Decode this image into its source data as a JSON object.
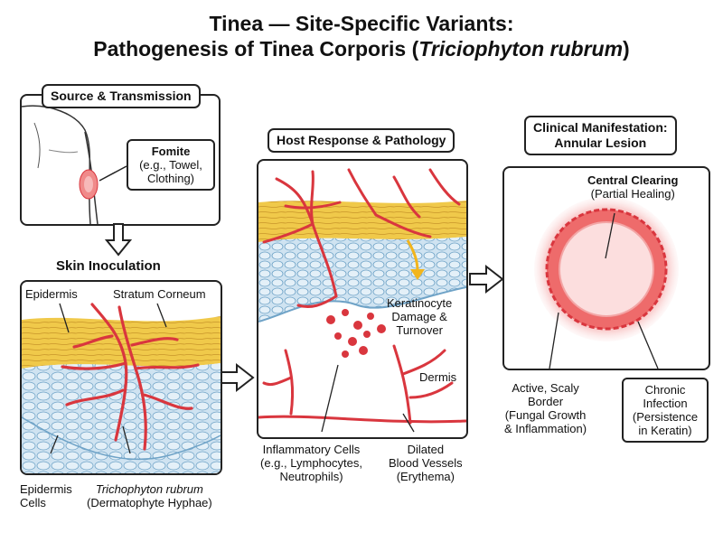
{
  "title": {
    "line1": "Tinea — Site-Specific Variants:",
    "line2_prefix": "Pathogenesis of Tinea Corporis (",
    "line2_italic": "Triciophyton rubrum",
    "line2_suffix": ")"
  },
  "source": {
    "header": "Source & Transmission",
    "fomite_title": "Fomite",
    "fomite_line1": "(e.g., Towel,",
    "fomite_line2": "Clothing)"
  },
  "inoculation": {
    "header": "Skin Inoculation",
    "epidermis": "Epidermis",
    "stratum": "Stratum Corneum",
    "cells_line1": "Epidermis",
    "cells_line2": "Cells",
    "hyphae_italic": "Trichophyton rubrum",
    "hyphae_line2": "(Dermatophyte Hyphae)"
  },
  "host": {
    "header": "Host Response & Pathology",
    "kera_line1": "Keratinocyte",
    "kera_line2": "Damage &",
    "kera_line3": "Turnover",
    "dermis": "Dermis",
    "infl_line1": "Inflammatory Cells",
    "infl_line2": "(e.g., Lymphocytes,",
    "infl_line3": "Neutrophils)",
    "vessel_line1": "Dilated",
    "vessel_line2": "Blood Vessels",
    "vessel_line3": "(Erythema)"
  },
  "clinical": {
    "header_line1": "Clinical Manifestation:",
    "header_line2": "Annular Lesion",
    "central_title": "Central Clearing",
    "central_sub": "(Partial Healing)",
    "border_line1": "Active, Scaly",
    "border_line2": "Border",
    "border_line3": "(Fungal Growth",
    "border_line4": "& Inflammation)",
    "chronic_line1": "Chronic",
    "chronic_line2": "Infection",
    "chronic_line3": "(Persistence",
    "chronic_line4": "in Keratin)"
  },
  "colors": {
    "hyphae": "#d9363e",
    "stratum": "#f0c94a",
    "epidermis": "#cfe3f1",
    "lesion": "#ee6b6b",
    "arrow_yellow": "#f2b51c"
  }
}
